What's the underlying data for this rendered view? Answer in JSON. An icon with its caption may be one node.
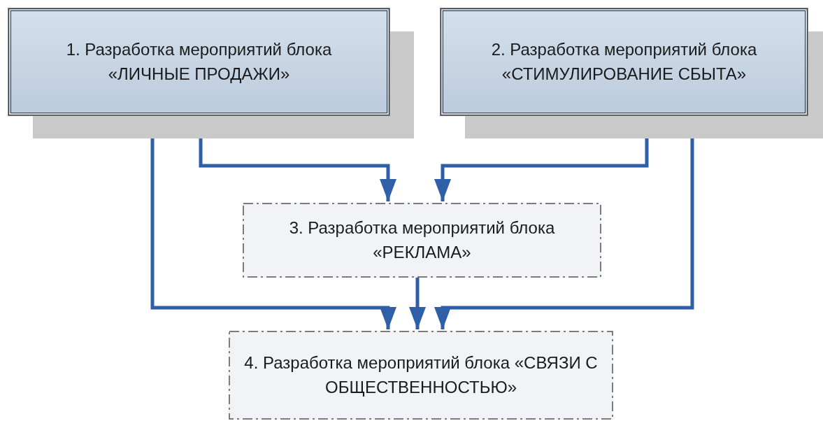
{
  "diagram": {
    "nodes": [
      {
        "text": [
          "1. Разработка мероприятий блока «ЛИЧНЫЕ ПРОДАЖИ»"
        ]
      },
      {
        "text": [
          "2. Разработка мероприятий блока «СТИМУЛИРОВАНИЕ СБЫТА»"
        ]
      },
      {
        "text": [
          "3. Разработка мероприятий блока «РЕКЛАМА»"
        ]
      },
      {
        "text": [
          "4. Разработка мероприятий блока «СВЯЗИ С ОБЩЕСТВЕННОСТЬЮ»"
        ]
      }
    ],
    "edges": [
      {
        "from": 0,
        "to": 2,
        "arrow": "to"
      },
      {
        "from": 1,
        "to": 2,
        "arrow": "to"
      },
      {
        "from": 0,
        "to": 3,
        "arrow": "to"
      },
      {
        "from": 2,
        "to": 3,
        "arrow": "to"
      },
      {
        "from": 1,
        "to": 3,
        "arrow": "to"
      }
    ]
  }
}
